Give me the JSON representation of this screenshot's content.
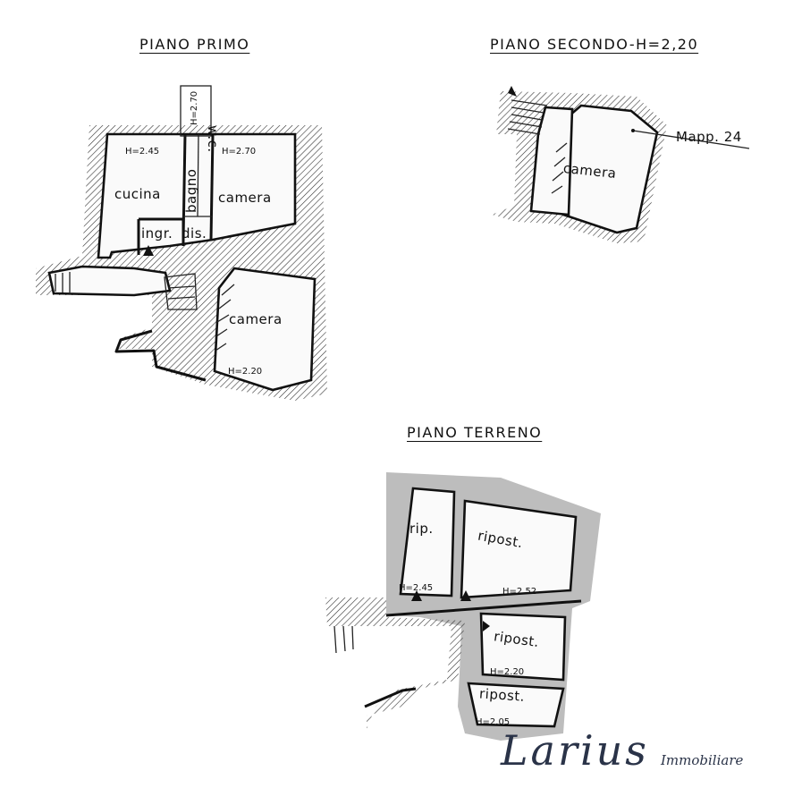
{
  "titles": {
    "primo": "PIANO PRIMO",
    "secondo": "PIANO SECONDO-H=2,20",
    "terreno": "PIANO TERRENO"
  },
  "primo_labels": {
    "cucina": "cucina",
    "cucina_h": "H=2.45",
    "bagno": "bagno",
    "wc": "w.c.",
    "wc_h": "H=2.70",
    "camera1": "camera",
    "camera1_h": "H=2.70",
    "ingr": "ingr.",
    "dis": "dis.",
    "camera2": "camera",
    "camera2_h": "H=2.20"
  },
  "secondo_labels": {
    "camera": "camera",
    "mapp": "Mapp. 24"
  },
  "terreno_labels": {
    "rip": "rip.",
    "rip_h": "H=2.45",
    "ripost1": "ripost.",
    "ripost1_h": "H=2.52",
    "ripost2": "ripost.",
    "ripost2_h": "H=2.20",
    "ripost3": "ripost.",
    "ripost3_h": "H=2.05"
  },
  "brand": {
    "name": "Larius",
    "tagline": "Immobiliare"
  },
  "colors": {
    "ink": "#111111",
    "ground_floor_shade": "#bdbdbd",
    "brand": "#2a3348"
  }
}
